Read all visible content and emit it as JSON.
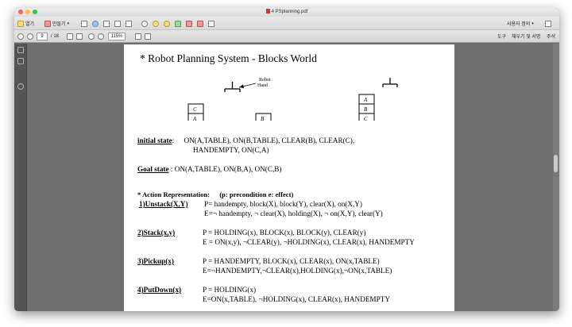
{
  "window": {
    "title": "4 PSplanning.pdf",
    "title_icon": "pdf-file-icon"
  },
  "toolbar1": {
    "open_label": "열기",
    "create_label": "만들기",
    "right_label": "사용자 정의",
    "icons": [
      "folder-open-icon",
      "create-icon",
      "save-icon",
      "cloud-icon",
      "print-icon",
      "edit-icon",
      "mail-icon",
      "settings-icon",
      "comment-icon",
      "comment-icon",
      "highlight-icon",
      "sign-icon",
      "share-icon",
      "stamp-icon"
    ]
  },
  "toolbar2": {
    "page_current": "9",
    "page_total": "/ 18",
    "zoom": "115%",
    "tools_label": "도구",
    "fill_sign_label": "채우기 및 서명",
    "comment_label": "주석"
  },
  "document": {
    "title": "* Robot Planning System  -  Blocks World",
    "diagram": {
      "robot_hand_label": "Robot\nHand",
      "left_stack": [
        "C",
        "A"
      ],
      "left_single": "B",
      "right_stack": [
        "A",
        "B",
        "C"
      ]
    },
    "initial_state": {
      "label": "initial state",
      "colon": ":",
      "line1": "ON(A,TABLE),  ON(B,TABLE),  CLEAR(B), CLEAR(C),",
      "line2": "HANDEMPTY,  ON(C,A)"
    },
    "goal_state": {
      "label": "Goal state",
      "text": " :  ON(A,TABLE), ON(B,A), ON(C,B)"
    },
    "action_rep": {
      "label": "* Action Representation:",
      "legend": "(p: precondition  e: effect)"
    },
    "actions": [
      {
        "name": "1)Unstack(X,Y)",
        "p": "P= handempty, block(X), block(Y), clear(X), on(X,Y)",
        "e": "E=¬ handempty, ¬ clear(X), holding(X), ¬ on(X,Y), clear(Y)"
      },
      {
        "name": "2)Stack(x,y)",
        "p": "P = HOLDING(x), BLOCK(x), BLOCK(y), CLEAR(y)",
        "e": "E = ON(x,y), ¬CLEAR(y), ¬HOLDING(x), CLEAR(x), HANDEMPTY"
      },
      {
        "name": "3)Pickup(x)",
        "p": "P =  HANDEMPTY, BLOCK(x), CLEAR(x), ON(x,TABLE)",
        "e": "E=¬HANDEMPTY,¬CLEAR(x),HOLDING(x),¬ON(x,TABLE)"
      },
      {
        "name": "4)PutDown(x)",
        "p": "P = HOLDING(x)",
        "e": "E=ON(x,TABLE), ¬HOLDING(x), CLEAR(x), HANDEMPTY"
      }
    ]
  }
}
